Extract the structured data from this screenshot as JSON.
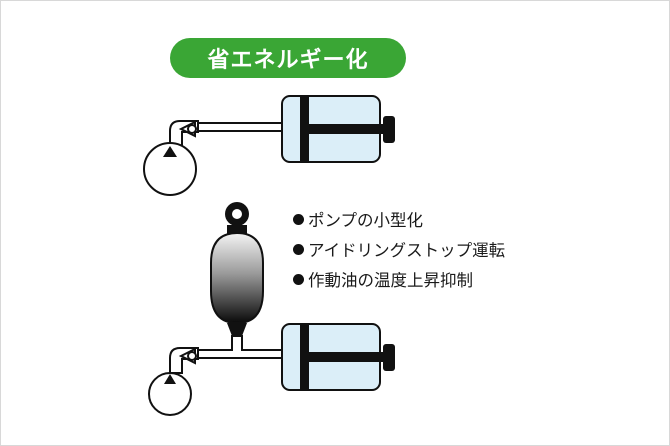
{
  "title": "省エネルギー化",
  "features": [
    "ポンプの小型化",
    "アイドリングストップ運転",
    "作動油の温度上昇抑制"
  ],
  "colors": {
    "title_bg": "#3aa635",
    "title_text": "#ffffff",
    "cylinder_fill": "#dbeef8",
    "line": "#111111"
  }
}
